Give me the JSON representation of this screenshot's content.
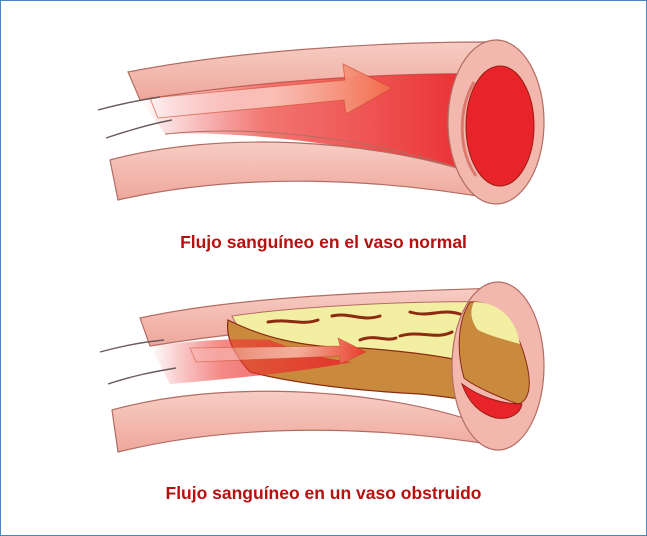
{
  "captions": {
    "normal": "Flujo sanguíneo en el vaso normal",
    "obstructed": "Flujo sanguíneo en un vaso obstruido"
  },
  "colors": {
    "border": "#4a86c8",
    "caption": "#b80f0f",
    "vessel_wall": "#f2b8ae",
    "vessel_outline": "#b26d63",
    "blood": "#e8242a",
    "plaque_yellow": "#f2efa2",
    "plaque_brown": "#c98a3e",
    "plaque_dark": "#8c2a10"
  },
  "icons": {
    "normal_vessel": "normal-vessel-illustration",
    "obstructed_vessel": "obstructed-vessel-illustration",
    "flow_arrow": "flow-arrow"
  }
}
